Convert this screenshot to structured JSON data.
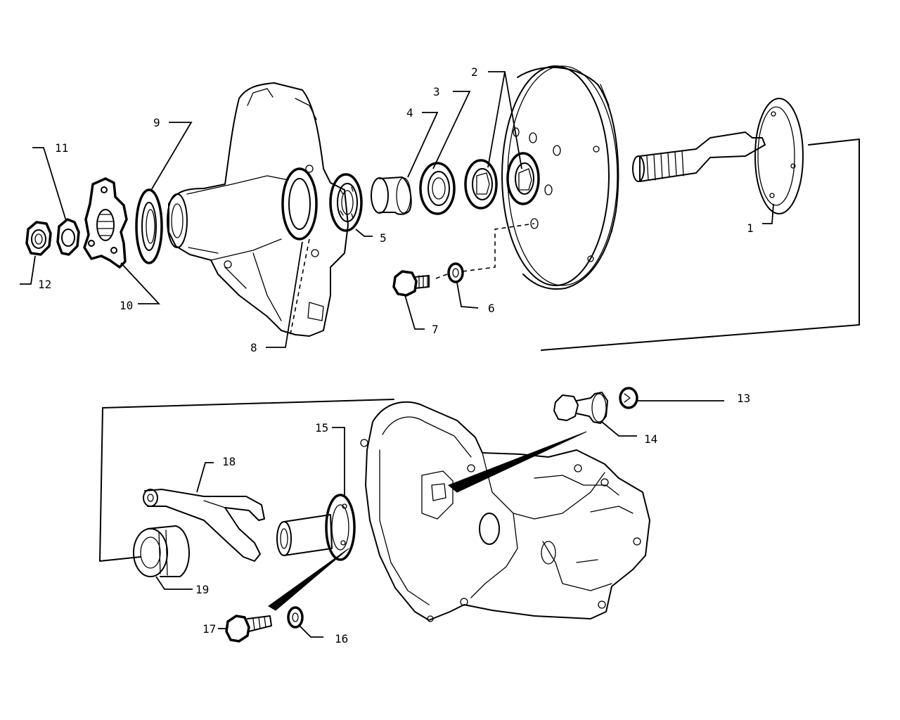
{
  "diagram": {
    "parts": [
      {
        "id": "p1",
        "number": "1"
      },
      {
        "id": "p2",
        "number": "2"
      },
      {
        "id": "p3",
        "number": "3"
      },
      {
        "id": "p4",
        "number": "4"
      },
      {
        "id": "p5",
        "number": "5"
      },
      {
        "id": "p6",
        "number": "6"
      },
      {
        "id": "p7",
        "number": "7"
      },
      {
        "id": "p8",
        "number": "8"
      },
      {
        "id": "p9",
        "number": "9"
      },
      {
        "id": "p10",
        "number": "10"
      },
      {
        "id": "p11",
        "number": "11"
      },
      {
        "id": "p12",
        "number": "12"
      },
      {
        "id": "p13",
        "number": "13"
      },
      {
        "id": "p14",
        "number": "14"
      },
      {
        "id": "p15",
        "number": "15"
      },
      {
        "id": "p16",
        "number": "16"
      },
      {
        "id": "p17",
        "number": "17"
      },
      {
        "id": "p18",
        "number": "18"
      },
      {
        "id": "p19",
        "number": "19"
      }
    ]
  }
}
